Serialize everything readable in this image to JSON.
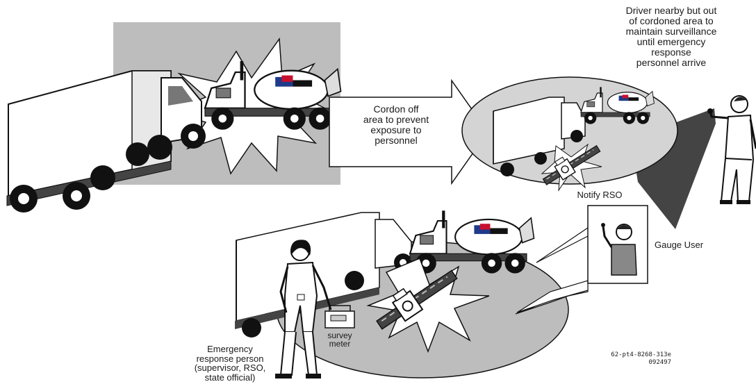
{
  "labels": {
    "cordon": "Cordon off\narea to prevent\nexposure to\npersonnel",
    "driver": "Driver nearby but out\nof cordoned area to\nmaintain surveillance\nuntil emergency\nresponse\npersonnel arrive",
    "notify": "Notify RSO",
    "gauge_user": "Gauge User",
    "emergency": "Emergency\nresponse person\n(supervisor, RSO,\nstate official)",
    "survey_meter": "survey\nmeter",
    "figure_code": "62-pt4-8268-313e\n092497"
  },
  "colors": {
    "shade": "#bdbdbd",
    "shadeLight": "#d4d4d4",
    "line": "#111111",
    "paper": "#ffffff",
    "flagRed": "#c8102e",
    "flagBlue": "#1f3a8a"
  }
}
